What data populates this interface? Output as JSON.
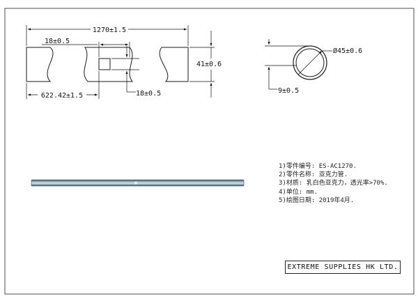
{
  "dimensions": {
    "overall_length": "1270±1.5",
    "slot_left": "18±0.5",
    "height": "41±0.6",
    "offset": "622.42±1.5",
    "slot_bottom": "18±0.5",
    "diameter": "Ø45±0.6",
    "wall": "9±0.5"
  },
  "notes": [
    {
      "num": "1)",
      "label": "零件编号:",
      "value": "ES-AC1270."
    },
    {
      "num": "2)",
      "label": "零件名称:",
      "value": "亚克力管."
    },
    {
      "num": "3)",
      "label": "材质:",
      "value": "乳白色亚克力，透光率>70%."
    },
    {
      "num": "4)",
      "label": "单位:",
      "value": "mm."
    },
    {
      "num": "5)",
      "label": "绘图日期:",
      "value": "2019年4月."
    }
  ],
  "company": "EXTREME SUPPLIES HK LTD.",
  "colors": {
    "line": "#1a1a1a",
    "tube_dark": "#4d6470",
    "tube_light": "#cfe0e8"
  }
}
